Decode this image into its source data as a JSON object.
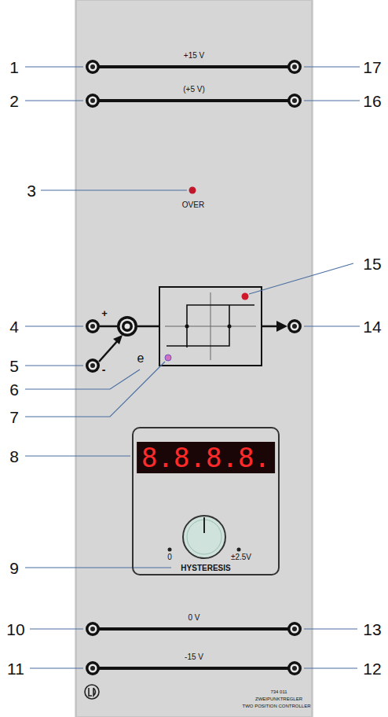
{
  "diagram": {
    "nodes": [
      {
        "text": [
          "8.8.8.8.",
          "0",
          "±2.5V",
          "HYSTERESIS"
        ]
      }
    ],
    "labels": [
      "1",
      "2",
      "3",
      "4",
      "5",
      "6",
      "7",
      "8",
      "9",
      "10",
      "11",
      "12",
      "13",
      "14",
      "15",
      "16",
      "17",
      "+15 V",
      "(+5 V)",
      "OVER",
      "+",
      "-",
      "e",
      "0 V",
      "-15 V",
      "734 011",
      "ZWEIPUNKTREGLER",
      "TWO POSITION CONTROLLER"
    ]
  }
}
